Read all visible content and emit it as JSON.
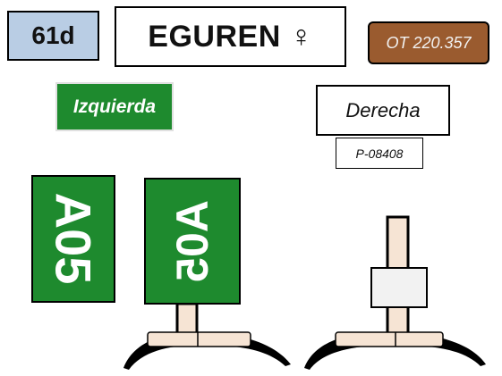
{
  "header": {
    "age_label": "61d",
    "name_label": "EGUREN ♀",
    "ot_label": "OT 220.357"
  },
  "sides": {
    "left_label": "Izquierda",
    "right_label": "Derecha",
    "right_code": "P-08408"
  },
  "tags": {
    "front_text": "A05",
    "back_text": "A05"
  },
  "colors": {
    "age_bg": "#b9cde4",
    "ot_bg": "#9a5b2f",
    "green": "#1e8a2e",
    "band": "#f2f2f2",
    "stem": "#f6e4d4"
  }
}
